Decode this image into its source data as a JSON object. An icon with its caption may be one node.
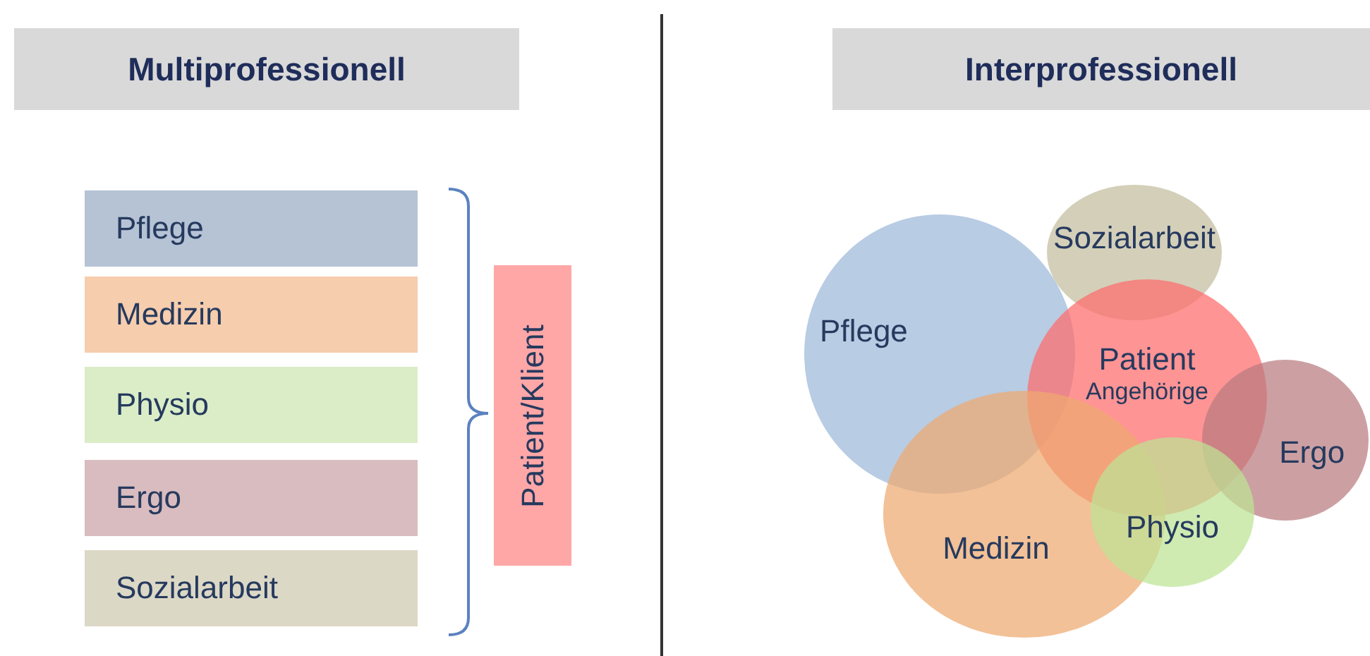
{
  "diagram": {
    "nodes": [
      {
        "text": [
          "Multiprofessionell"
        ]
      },
      {
        "text": [
          "Interprofessionell"
        ]
      },
      {
        "text": [
          "Pflege"
        ]
      },
      {
        "text": [
          "Medizin"
        ]
      },
      {
        "text": [
          "Physio"
        ]
      },
      {
        "text": [
          "Ergo"
        ]
      },
      {
        "text": [
          "Sozialarbeit"
        ]
      },
      {
        "text": [
          "Patient/Klient"
        ]
      },
      {
        "text": [
          "Pflege"
        ]
      },
      {
        "text": [
          "Sozialarbeit"
        ]
      },
      {
        "text": [
          "Patient",
          "Angehörige"
        ]
      },
      {
        "text": [
          "Ergo"
        ]
      },
      {
        "text": [
          "Medizin"
        ]
      },
      {
        "text": [
          "Physio"
        ]
      }
    ],
    "edges": []
  }
}
